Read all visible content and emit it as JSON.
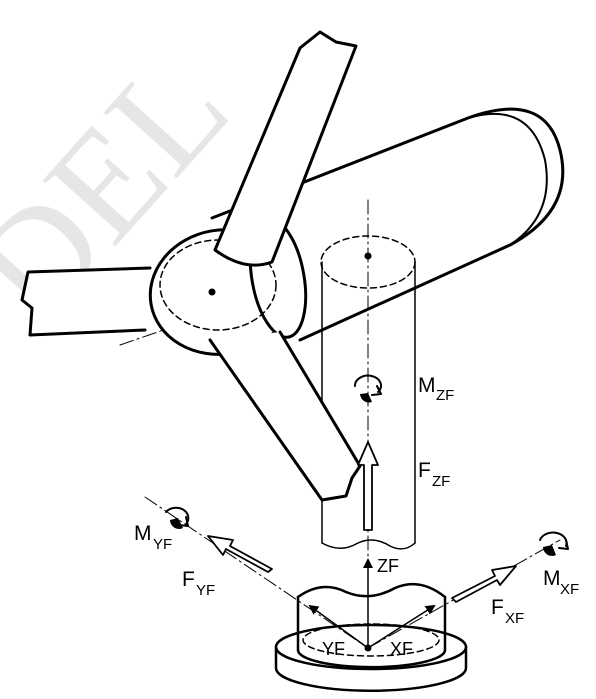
{
  "watermark": "DEL",
  "labels": {
    "mzf": {
      "main": "M",
      "sub": "ZF"
    },
    "fzf": {
      "main": "F",
      "sub": "ZF"
    },
    "myf": {
      "main": "M",
      "sub": "YF"
    },
    "fyf": {
      "main": "F",
      "sub": "YF"
    },
    "fxf": {
      "main": "F",
      "sub": "XF"
    },
    "mxf": {
      "main": "M",
      "sub": "XF"
    },
    "zf": "ZF",
    "yf": "YF",
    "xf": "XF"
  }
}
